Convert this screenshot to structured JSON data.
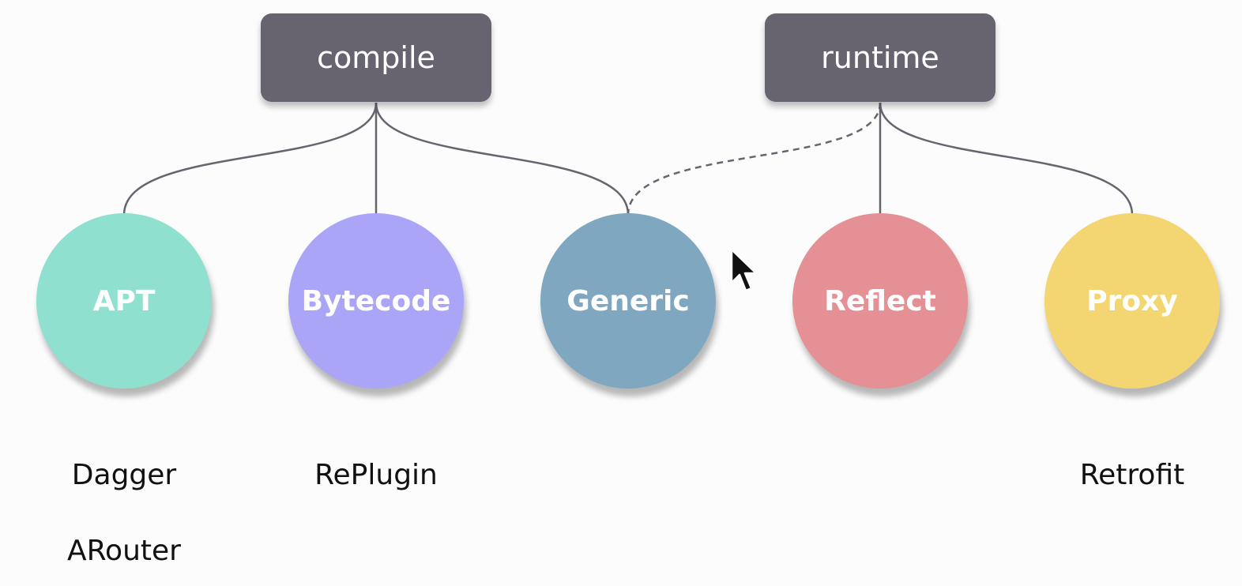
{
  "groups": {
    "compile": {
      "label": "compile",
      "color": "#67636f"
    },
    "runtime": {
      "label": "runtime",
      "color": "#67636f"
    }
  },
  "nodes": {
    "apt": {
      "label": "APT",
      "color": "#8fe0cf",
      "examples": [
        "Dagger",
        "ARouter"
      ]
    },
    "bytecode": {
      "label": "Bytecode",
      "color": "#aba5f7",
      "examples": [
        "RePlugin"
      ]
    },
    "generic": {
      "label": "Generic",
      "color": "#7fa8c0",
      "examples": []
    },
    "reflect": {
      "label": "Reflect",
      "color": "#e49095",
      "examples": []
    },
    "proxy": {
      "label": "Proxy",
      "color": "#f3d672",
      "examples": [
        "Retrofit"
      ]
    }
  },
  "edges": [
    {
      "from": "compile",
      "to": "apt",
      "style": "solid"
    },
    {
      "from": "compile",
      "to": "bytecode",
      "style": "solid"
    },
    {
      "from": "compile",
      "to": "generic",
      "style": "solid"
    },
    {
      "from": "runtime",
      "to": "generic",
      "style": "dashed"
    },
    {
      "from": "runtime",
      "to": "reflect",
      "style": "solid"
    },
    {
      "from": "runtime",
      "to": "proxy",
      "style": "solid"
    }
  ],
  "cursor_icon": "mouse-pointer-icon"
}
